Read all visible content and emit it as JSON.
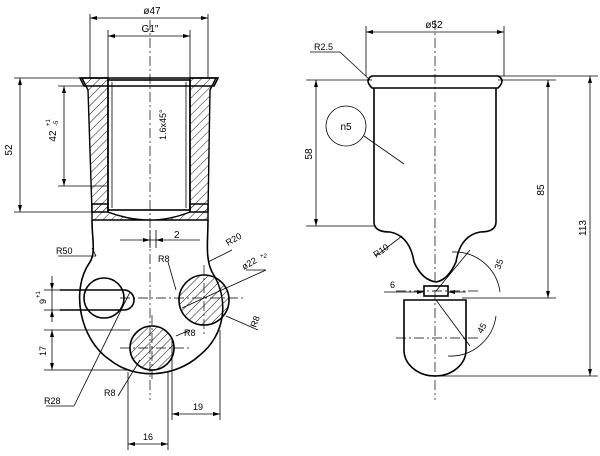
{
  "left_view": {
    "top_width": "ø47",
    "thread": "G1\"",
    "chamfer": "1.6x45°",
    "outer_height": "52",
    "inner_depth": "42",
    "inner_tol_upper": "+1",
    "inner_tol_lower": "-5",
    "neck": "2",
    "r50": "R50",
    "r20": "R20",
    "r8_top": "R8",
    "hole": "ø22",
    "hole_tol": "+2",
    "r8_right": "R8",
    "r8_lower": "R8",
    "r8_bottom": "R8",
    "r28": "R28",
    "slot": "9",
    "slot_tol": "+1",
    "h17": "17",
    "w16": "16",
    "w19": "19"
  },
  "right_view": {
    "top_width": "ø52",
    "rim_radius": "R2.5",
    "detail": "n5",
    "body_height": "58",
    "mid_height": "85",
    "total_height": "113",
    "r10": "R10",
    "angle_top": "35",
    "slot": "6",
    "angle_bottom": "45"
  }
}
